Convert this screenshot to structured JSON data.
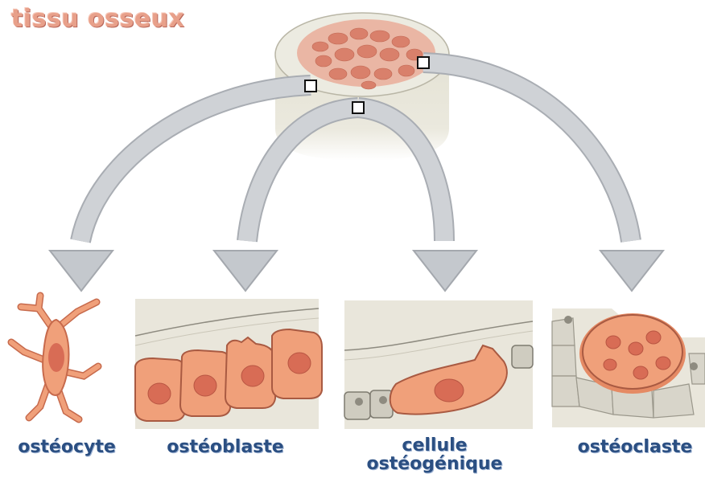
{
  "title": "tissu osseux",
  "labels": {
    "osteocyte": "ostéocyte",
    "osteoblaste": "ostéoblaste",
    "cellule_line1": "cellule",
    "cellule_line2": "ostéogénique",
    "osteoclaste": "ostéoclaste"
  },
  "colors": {
    "title": "#e8a08a",
    "label": "#2b4f82",
    "arrow": "#c9ccd0",
    "cell": "#f0a07a",
    "nucleus": "#d86c55",
    "bone": "#e9e6d8"
  }
}
